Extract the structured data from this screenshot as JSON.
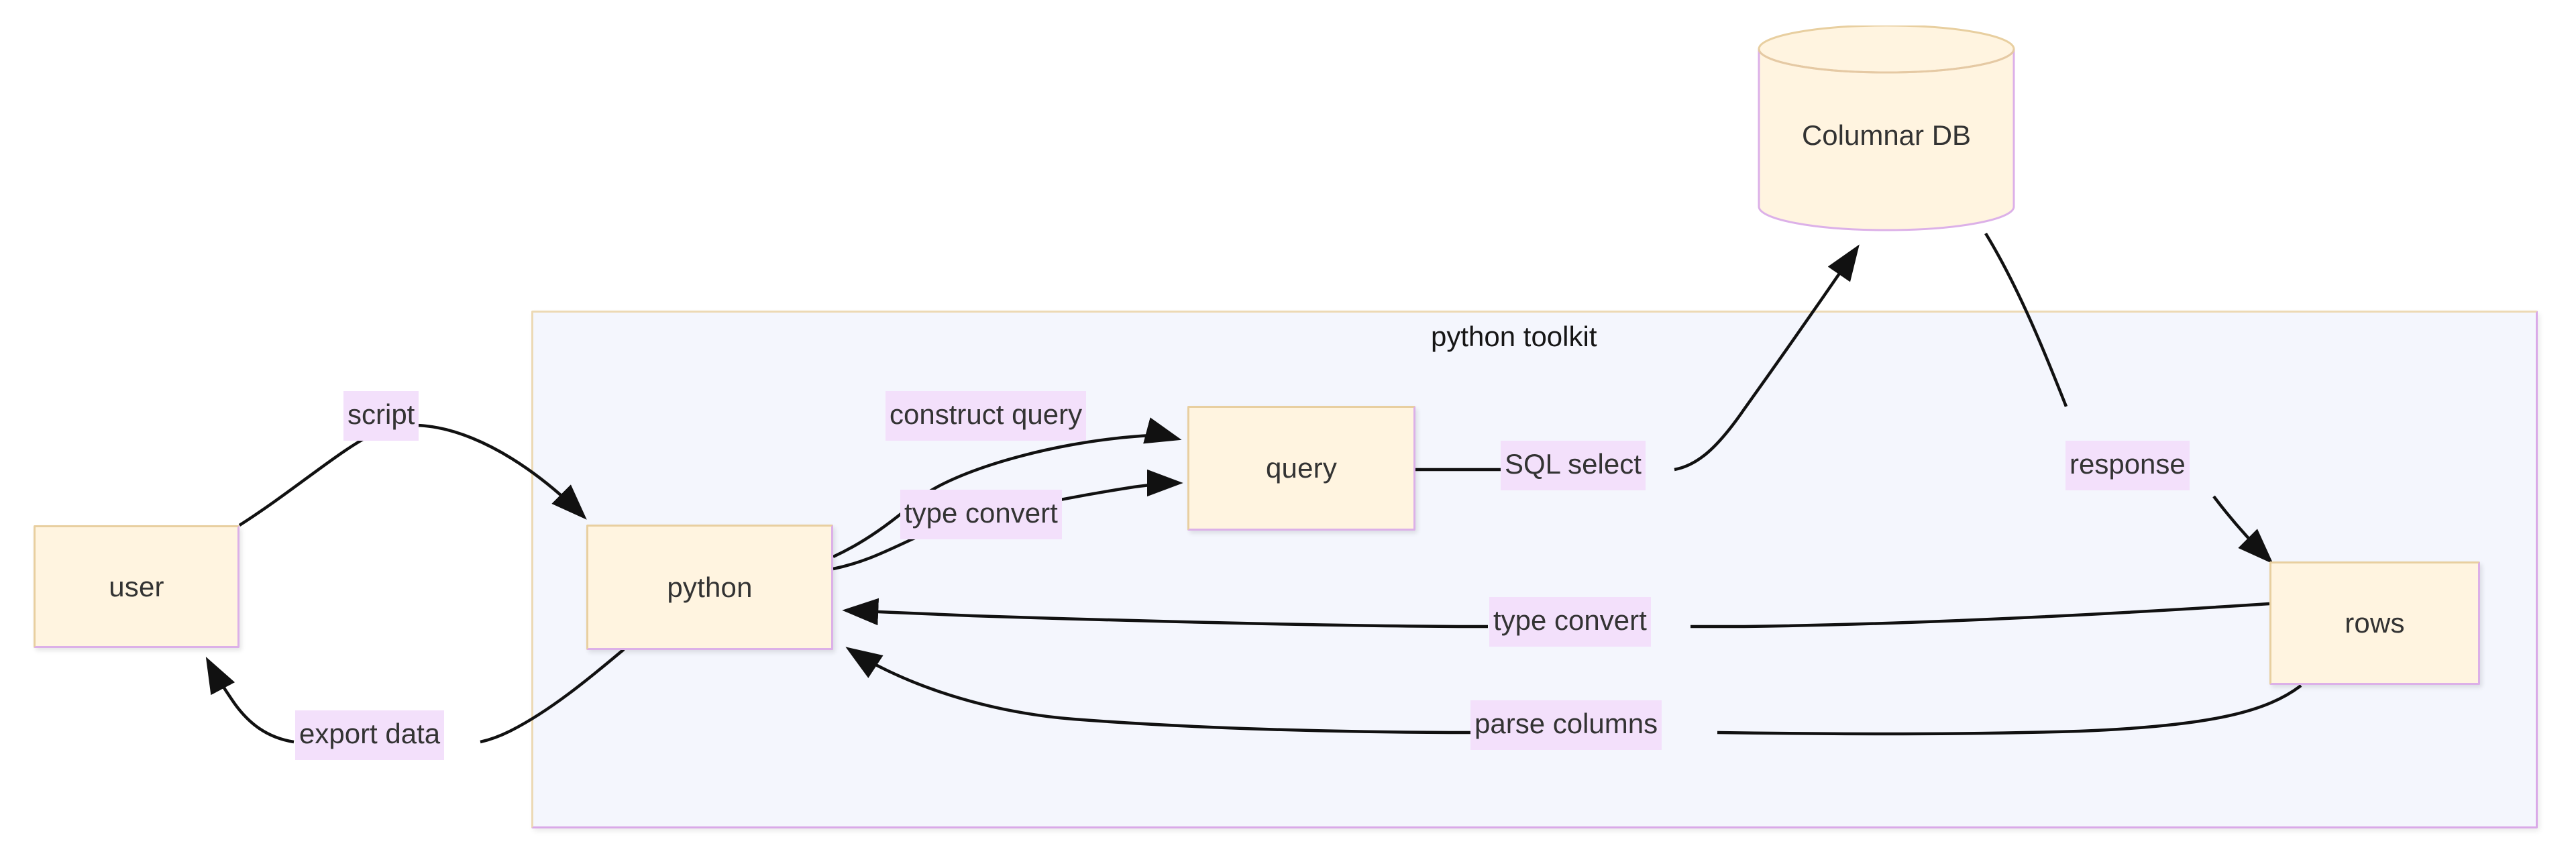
{
  "diagram": {
    "type": "flowchart",
    "background_color": "#ffffff",
    "node_fill": "#fff4e0",
    "node_stroke": "#dcb0e8",
    "edge_label_bg": "#f3e0fb",
    "subgraph_fill": "#f4f6fd",
    "edge_color": "#000000",
    "text_color": "#333333"
  },
  "subgraph": {
    "title": "python toolkit"
  },
  "nodes": {
    "user": {
      "label": "user",
      "shape": "rect"
    },
    "python": {
      "label": "python",
      "shape": "rect"
    },
    "query": {
      "label": "query",
      "shape": "rect"
    },
    "rows": {
      "label": "rows",
      "shape": "rect"
    },
    "db": {
      "label": "Columnar DB",
      "shape": "cylinder"
    }
  },
  "edges": [
    {
      "from": "user",
      "to": "python",
      "label": "script"
    },
    {
      "from": "python",
      "to": "query",
      "label": "construct query"
    },
    {
      "from": "python",
      "to": "query",
      "label": "type convert"
    },
    {
      "from": "query",
      "to": "db",
      "label": "SQL select"
    },
    {
      "from": "db",
      "to": "rows",
      "label": "response"
    },
    {
      "from": "rows",
      "to": "python",
      "label": "type convert"
    },
    {
      "from": "rows",
      "to": "python",
      "label": "parse columns"
    },
    {
      "from": "python",
      "to": "user",
      "label": "export data"
    }
  ],
  "edge_labels": {
    "script": "script",
    "construct_query": "construct query",
    "type_convert_out": "type convert",
    "sql_select": "SQL select",
    "response": "response",
    "type_convert_in": "type convert",
    "parse_columns": "parse columns",
    "export_data": "export data"
  }
}
